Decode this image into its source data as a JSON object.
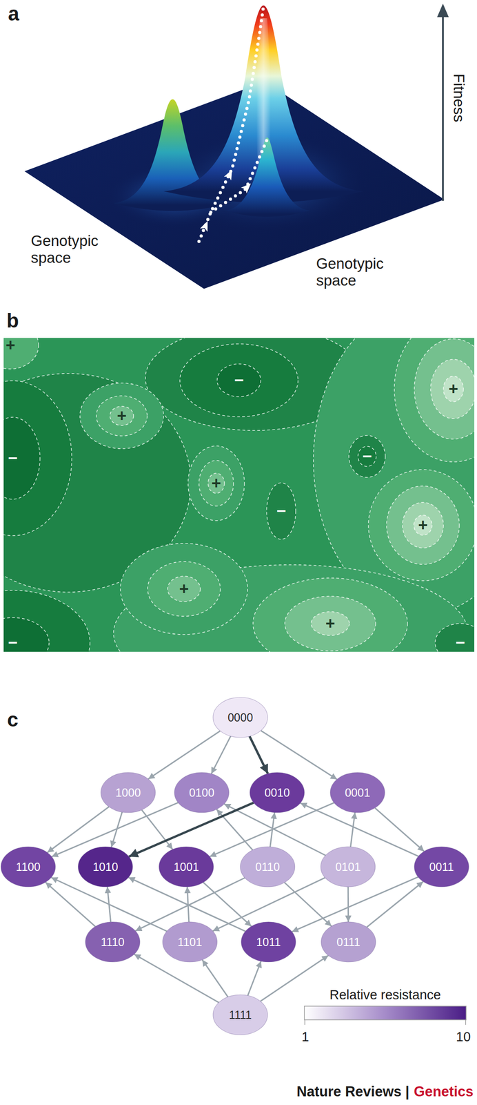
{
  "diagram": {
    "nodes": [
      {
        "text": [
          "0000"
        ]
      },
      {
        "text": [
          "1000"
        ]
      },
      {
        "text": [
          "0100"
        ]
      },
      {
        "text": [
          "0010"
        ]
      },
      {
        "text": [
          "0001"
        ]
      },
      {
        "text": [
          "1100"
        ]
      },
      {
        "text": [
          "1010"
        ]
      },
      {
        "text": [
          "1001"
        ]
      },
      {
        "text": [
          "0110"
        ]
      },
      {
        "text": [
          "0101"
        ]
      },
      {
        "text": [
          "0011"
        ]
      },
      {
        "text": [
          "1110"
        ]
      },
      {
        "text": [
          "1101"
        ]
      },
      {
        "text": [
          "1011"
        ]
      },
      {
        "text": [
          "0111"
        ]
      },
      {
        "text": [
          "1111"
        ]
      }
    ],
    "edges": [
      {
        "from": 0,
        "to": 1,
        "arrow": "to"
      },
      {
        "from": 0,
        "to": 2,
        "arrow": "to"
      },
      {
        "from": 0,
        "to": 3,
        "arrow": "to"
      },
      {
        "from": 0,
        "to": 4,
        "arrow": "to"
      },
      {
        "from": 1,
        "to": 5,
        "arrow": "to"
      },
      {
        "from": 1,
        "to": 6,
        "arrow": "to"
      },
      {
        "from": 1,
        "to": 7,
        "arrow": "to"
      },
      {
        "from": 2,
        "to": 5,
        "arrow": "to"
      },
      {
        "from": 8,
        "to": 2,
        "arrow": "to"
      },
      {
        "from": 9,
        "to": 2,
        "arrow": "to"
      },
      {
        "from": 3,
        "to": 6,
        "arrow": "to"
      },
      {
        "from": 8,
        "to": 3,
        "arrow": "to"
      },
      {
        "from": 10,
        "to": 3,
        "arrow": "to"
      },
      {
        "from": 4,
        "to": 7,
        "arrow": "to"
      },
      {
        "from": 9,
        "to": 4,
        "arrow": "to"
      },
      {
        "from": 4,
        "to": 10,
        "arrow": "to"
      },
      {
        "from": 11,
        "to": 5,
        "arrow": "to"
      },
      {
        "from": 11,
        "to": 6,
        "arrow": "to"
      },
      {
        "from": 8,
        "to": 11,
        "arrow": "to"
      },
      {
        "from": 12,
        "to": 5,
        "arrow": "to"
      },
      {
        "from": 12,
        "to": 7,
        "arrow": "to"
      },
      {
        "from": 9,
        "to": 12,
        "arrow": "to"
      },
      {
        "from": 13,
        "to": 6,
        "arrow": "to"
      },
      {
        "from": 7,
        "to": 13,
        "arrow": "to"
      },
      {
        "from": 10,
        "to": 13,
        "arrow": "to"
      },
      {
        "from": 8,
        "to": 14,
        "arrow": "to"
      },
      {
        "from": 9,
        "to": 14,
        "arrow": "to"
      },
      {
        "from": 14,
        "to": 10,
        "arrow": "to"
      },
      {
        "from": 15,
        "to": 11,
        "arrow": "to"
      },
      {
        "from": 15,
        "to": 12,
        "arrow": "to"
      },
      {
        "from": 15,
        "to": 13,
        "arrow": "to"
      },
      {
        "from": 15,
        "to": 14,
        "arrow": "to"
      }
    ],
    "labels": [
      "a",
      "Genotypic space",
      "Genotypic space",
      "Fitness",
      "b",
      "+",
      "−",
      "+",
      "+",
      "−",
      "−",
      "+",
      "−",
      "+",
      "+",
      "+",
      "−",
      "−",
      "c",
      "Relative resistance",
      "1",
      "10",
      "Nature Reviews |",
      "Genetics"
    ]
  }
}
